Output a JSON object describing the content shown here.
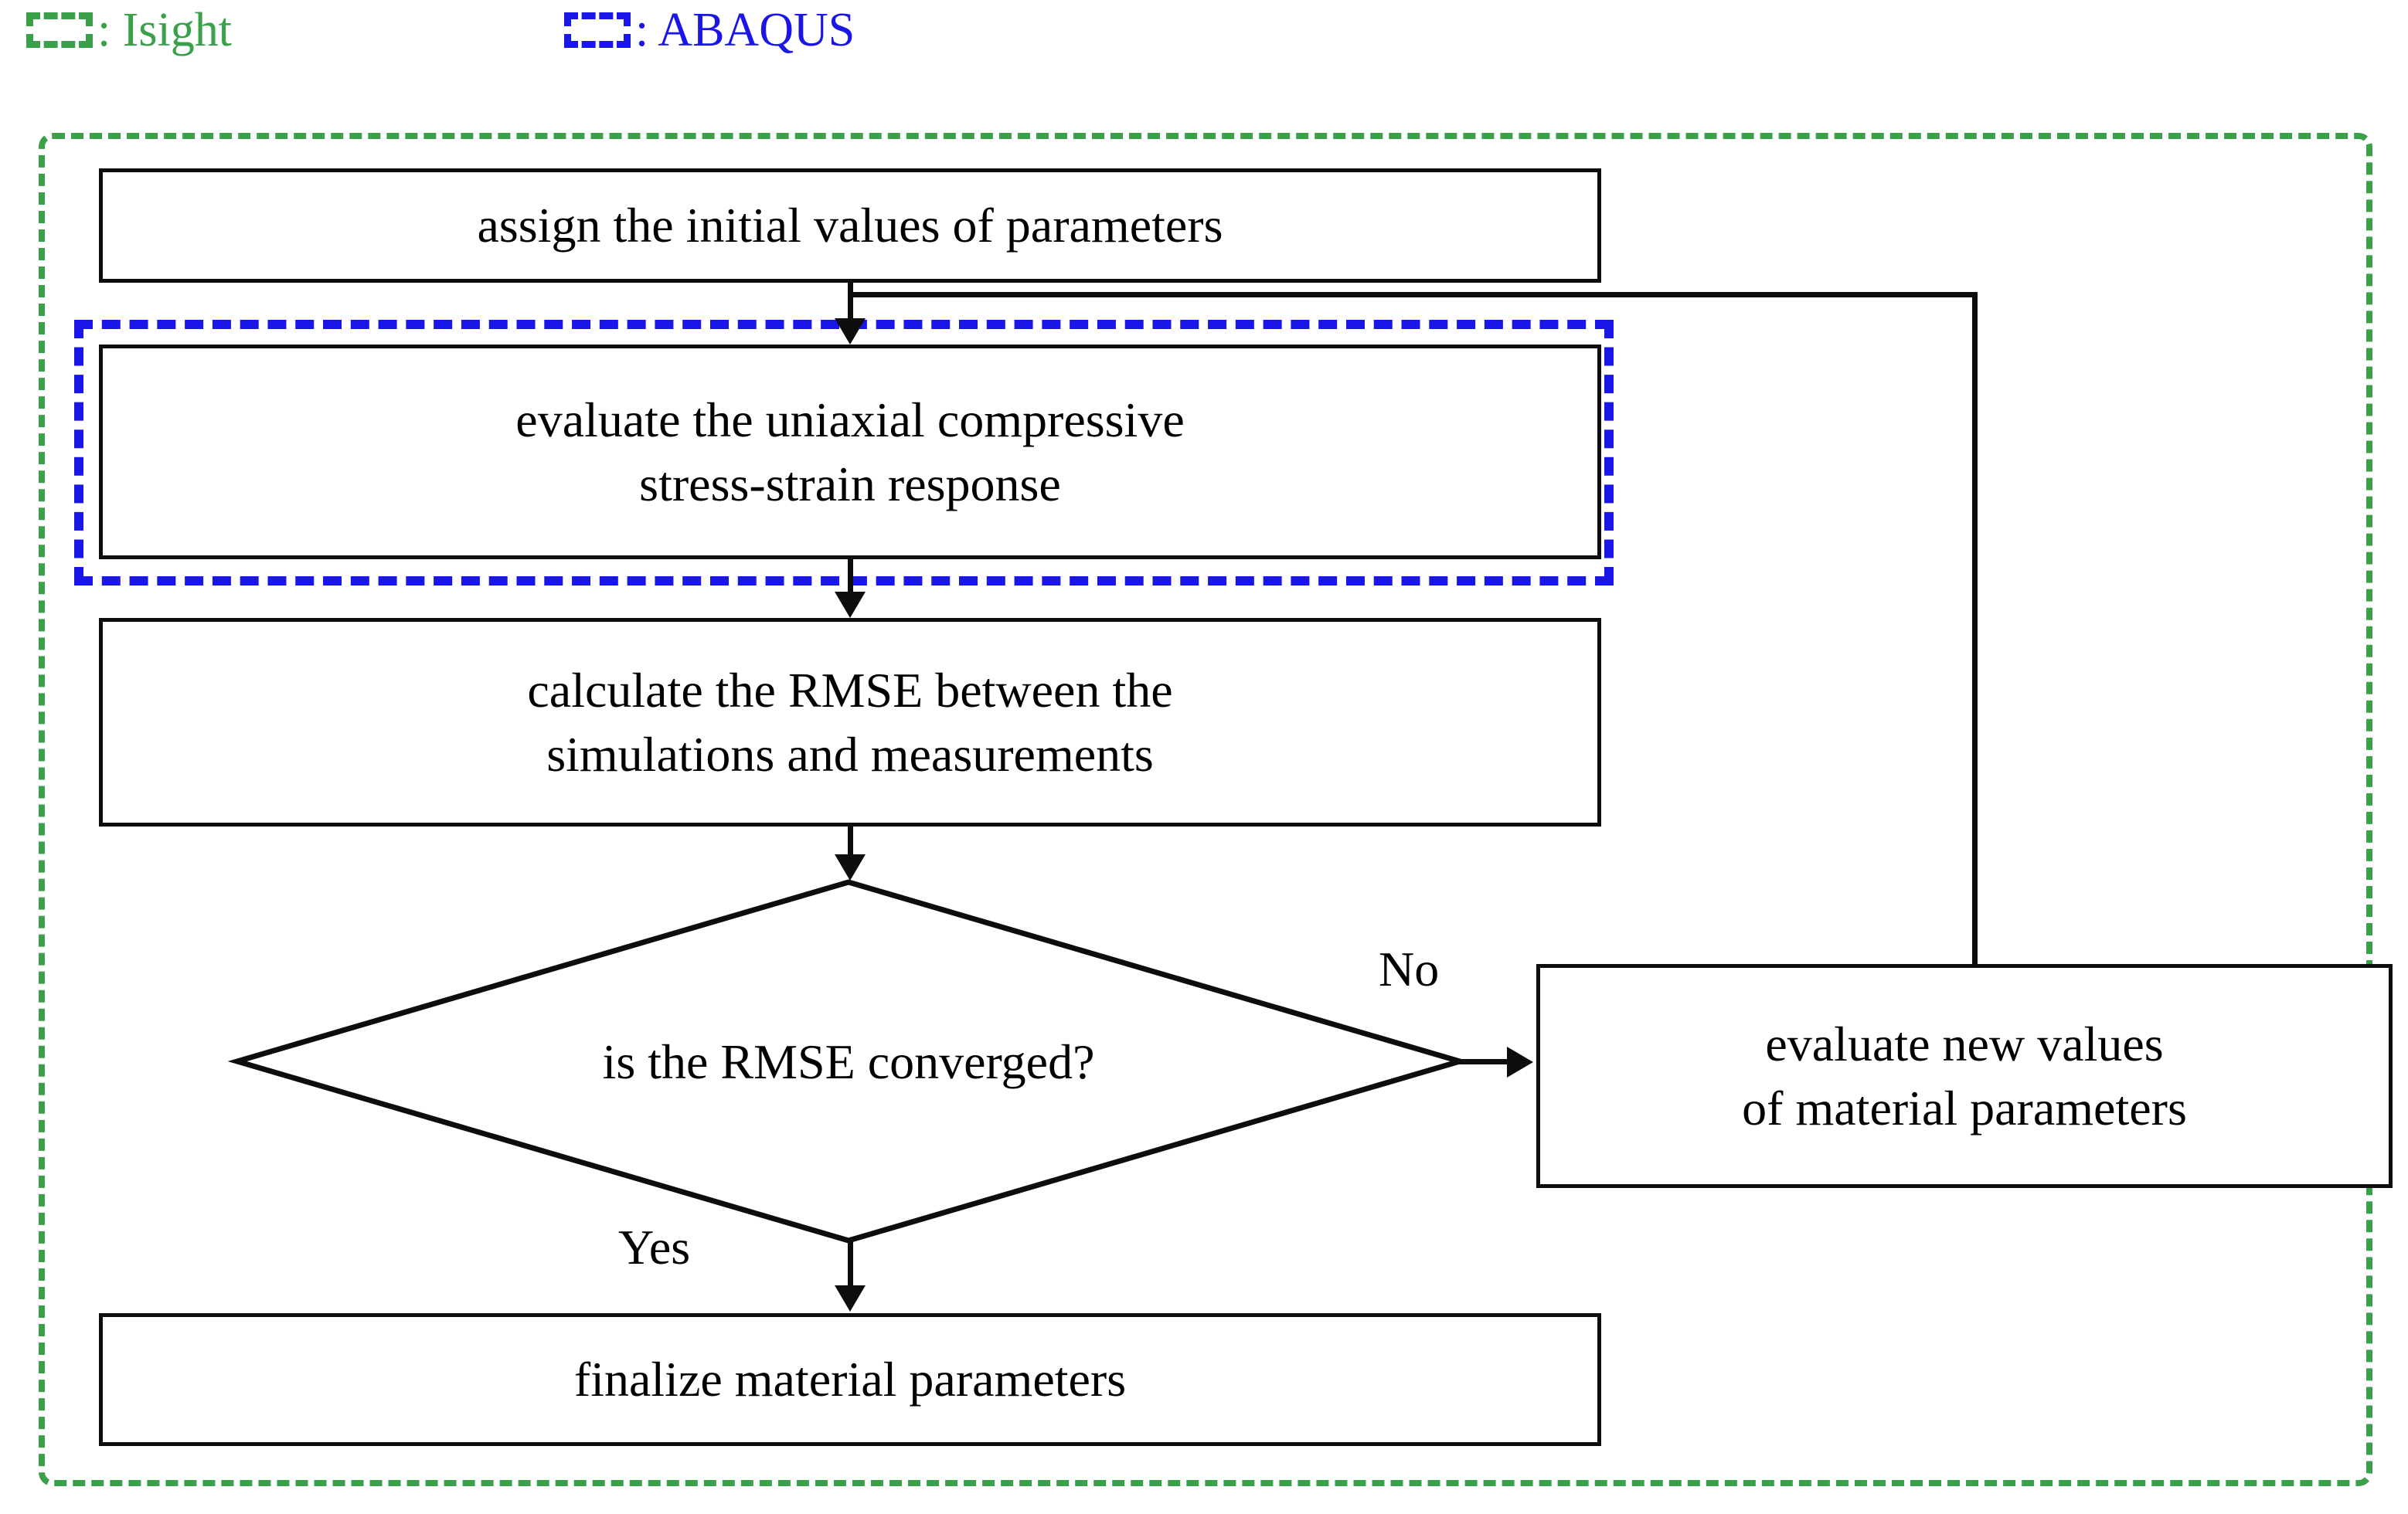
{
  "legend": {
    "items": [
      {
        "id": "isight",
        "label": ": Isight",
        "color": "#3ba04a"
      },
      {
        "id": "abaqus",
        "label": ": ABAQUS",
        "color": "#1a16e8"
      }
    ]
  },
  "diagram": {
    "type": "flowchart",
    "nodes": [
      {
        "id": "assign-initial-values",
        "shape": "process",
        "lines": [
          "assign the initial values of parameters"
        ]
      },
      {
        "id": "evaluate-response",
        "shape": "process",
        "lines": [
          "evaluate the uniaxial compressive",
          "stress-strain response"
        ]
      },
      {
        "id": "calculate-rmse",
        "shape": "process",
        "lines": [
          "calculate the RMSE between the",
          "simulations and measurements"
        ]
      },
      {
        "id": "rmse-converged",
        "shape": "decision",
        "lines": [
          "is the RMSE converged?"
        ]
      },
      {
        "id": "evaluate-new-values",
        "shape": "process",
        "lines": [
          "evaluate new values",
          "of material parameters"
        ]
      },
      {
        "id": "finalize-parameters",
        "shape": "process",
        "lines": [
          "finalize material parameters"
        ]
      }
    ],
    "edges": [
      {
        "id": "no-branch",
        "label": "No"
      },
      {
        "id": "yes-branch",
        "label": "Yes"
      }
    ],
    "groups": [
      {
        "id": "isight-group",
        "color": "#3ba04a"
      },
      {
        "id": "abaqus-group",
        "color": "#1a16e8"
      }
    ]
  }
}
